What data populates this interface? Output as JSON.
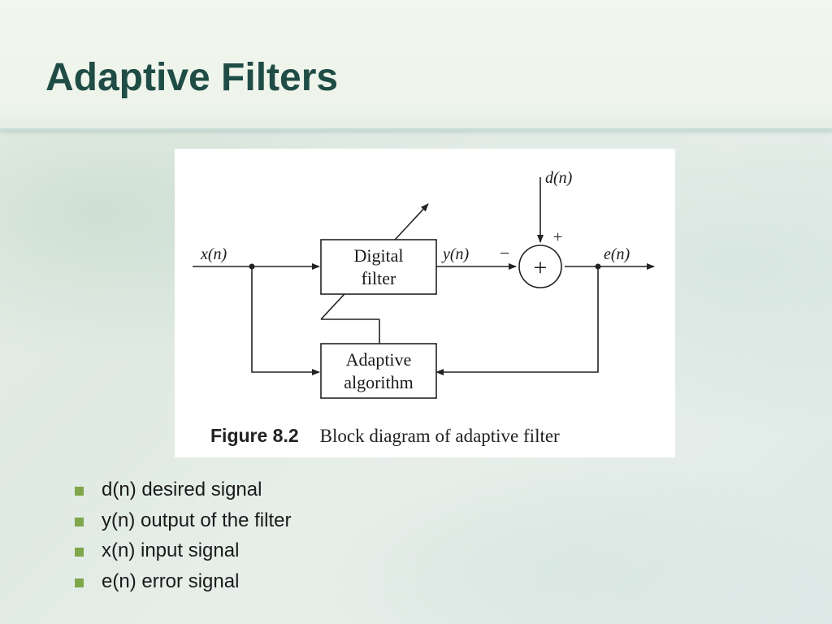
{
  "slide": {
    "title": "Adaptive Filters"
  },
  "diagram": {
    "blocks": {
      "digital_filter": [
        "Digital",
        "filter"
      ],
      "adaptive_algorithm": [
        "Adaptive",
        "algorithm"
      ]
    },
    "signals": {
      "input": "x(n)",
      "output": "y(n)",
      "desired": "d(n)",
      "error": "e(n)"
    },
    "summer": {
      "symbol": "+",
      "plus_input": "+",
      "minus_input": "−"
    },
    "caption": {
      "label": "Figure 8.2",
      "text": "Block diagram of adaptive filter"
    }
  },
  "bullets": [
    "d(n) desired signal",
    "y(n) output of the filter",
    "x(n) input signal",
    "e(n) error signal"
  ],
  "colors": {
    "title": "#1f4d46",
    "bullet": "#7fa64a",
    "line": "#222222"
  }
}
